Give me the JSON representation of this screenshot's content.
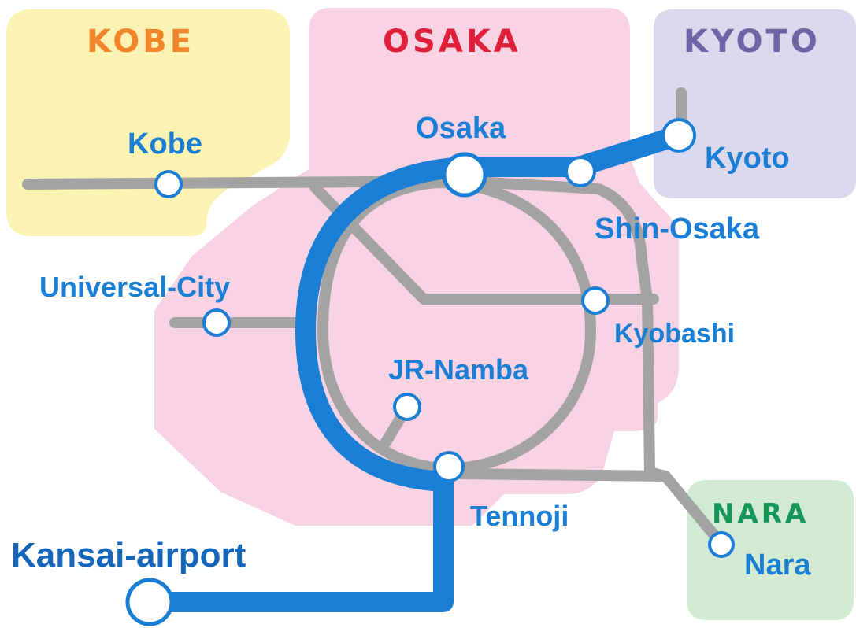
{
  "regions": {
    "kobe": {
      "title": "KOBE",
      "title_color": "#f0852a",
      "fill": "#fbf3b4"
    },
    "osaka": {
      "title": "OSAKA",
      "title_color": "#e0203a",
      "fill": "#f7d3e3"
    },
    "kyoto": {
      "title": "KYOTO",
      "title_color": "#6c65a6",
      "fill": "#dcd8ee"
    },
    "nara": {
      "title": "NARA",
      "title_color": "#17965a",
      "fill": "#d3ead3"
    }
  },
  "stations": {
    "kobe": "Kobe",
    "osaka": "Osaka",
    "kyoto": "Kyoto",
    "shin_osaka": "Shin-Osaka",
    "universal_city": "Universal-City",
    "kyobashi": "Kyobashi",
    "jr_namba": "JR-Namba",
    "tennoji": "Tennoji",
    "kansai_airport": "Kansai-airport",
    "nara": "Nara"
  },
  "colors": {
    "route_blue": "#1a7fd4",
    "label_blue": "#1a7fd4",
    "line_gray": "#a3a3a3",
    "station_fill": "#ffffff"
  }
}
